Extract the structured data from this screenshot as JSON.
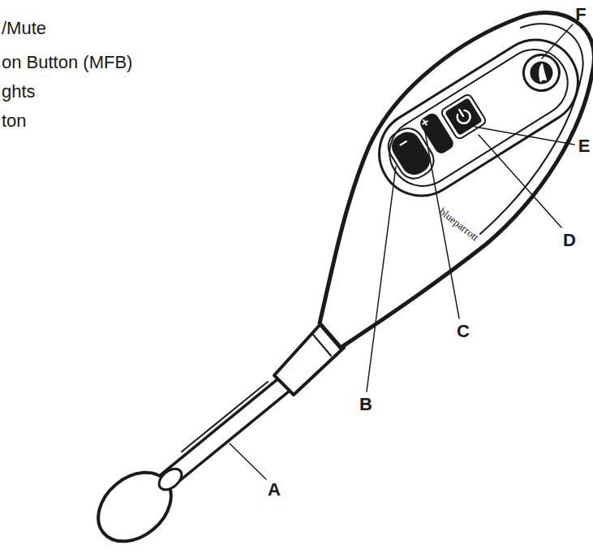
{
  "diagram": {
    "labels": [
      "/Mute",
      "on Button (MFB)",
      "ghts",
      "ton",
      "F",
      "E",
      "D",
      "C",
      "B",
      "A",
      "blueparrott",
      "−",
      "+"
    ]
  }
}
